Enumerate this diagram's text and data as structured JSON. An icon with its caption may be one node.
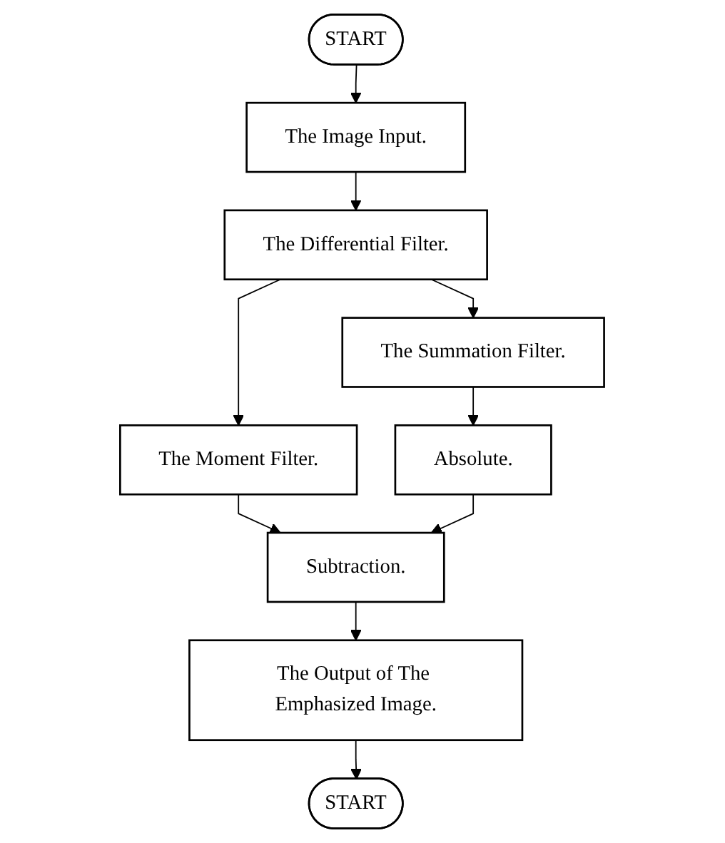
{
  "diagram": {
    "nodes": [
      {
        "text": [
          "START"
        ]
      },
      {
        "text": [
          "The Image Input."
        ]
      },
      {
        "text": [
          "The Differential Filter."
        ]
      },
      {
        "text": [
          "The Moment Filter."
        ]
      },
      {
        "text": [
          "The Summation Filter."
        ]
      },
      {
        "text": [
          "Absolute."
        ]
      },
      {
        "text": [
          "Subtraction."
        ]
      },
      {
        "text": [
          "The Output of The Emphasized Image."
        ]
      },
      {
        "text": [
          "START"
        ]
      }
    ],
    "edges": [
      {
        "from": 0,
        "to": 1,
        "arrow": "to"
      },
      {
        "from": 1,
        "to": 2,
        "arrow": "to"
      },
      {
        "from": 2,
        "to": 3,
        "arrow": "to"
      },
      {
        "from": 2,
        "to": 4,
        "arrow": "to"
      },
      {
        "from": 4,
        "to": 5,
        "arrow": "to"
      },
      {
        "from": 3,
        "to": 6,
        "arrow": "to"
      },
      {
        "from": 5,
        "to": 6,
        "arrow": "to"
      },
      {
        "from": 6,
        "to": 7,
        "arrow": "to"
      },
      {
        "from": 7,
        "to": 8,
        "arrow": "to"
      }
    ]
  }
}
